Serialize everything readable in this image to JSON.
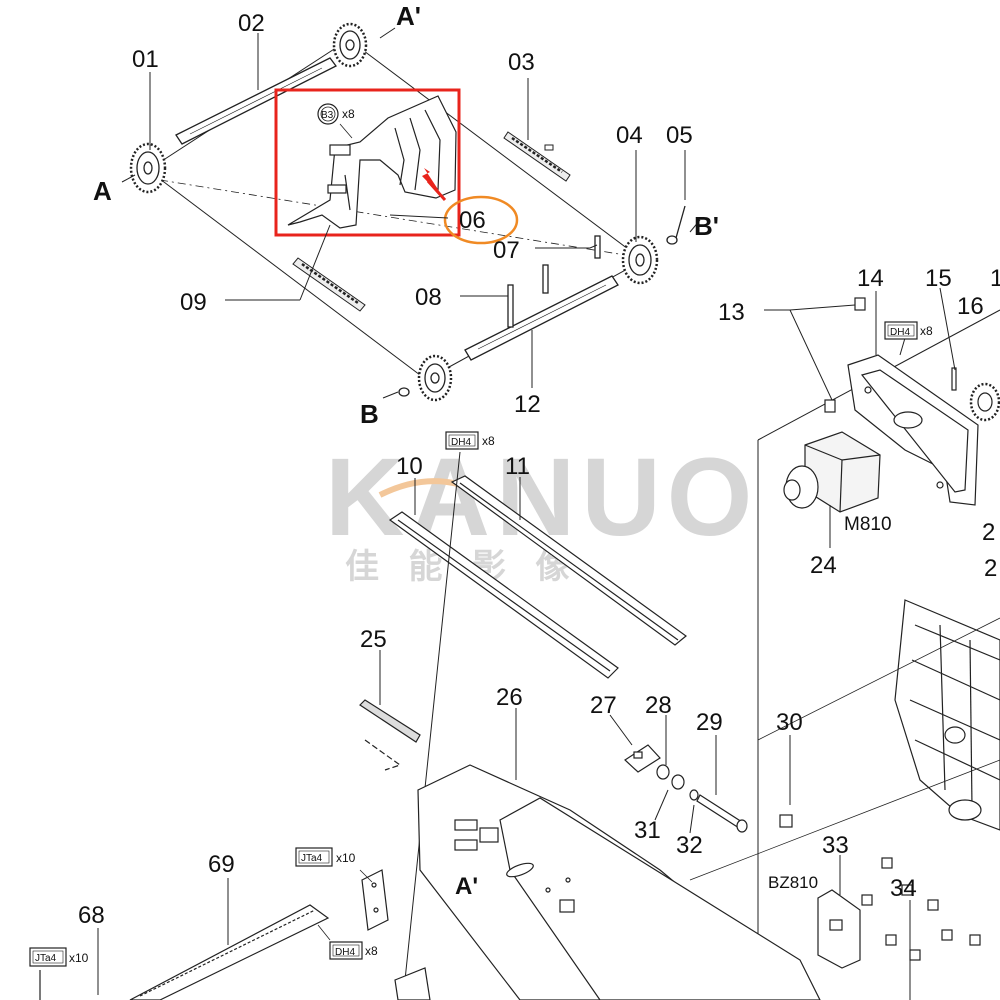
{
  "parts": {
    "p01": "01",
    "p02": "02",
    "p03": "03",
    "p04": "04",
    "p05": "05",
    "p06": "06",
    "p07": "07",
    "p08": "08",
    "p09": "09",
    "p10": "10",
    "p11": "11",
    "p12": "12",
    "p13": "13",
    "p14": "14",
    "p15": "15",
    "p16": "16",
    "p24": "24",
    "p25": "25",
    "p26": "26",
    "p27": "27",
    "p28": "28",
    "p29": "29",
    "p30": "30",
    "p31": "31",
    "p32": "32",
    "p33": "33",
    "p34": "34",
    "p68": "68",
    "p69": "69"
  },
  "edge_partial": {
    "right_top": "1",
    "right_mid1": "2",
    "right_mid2": "2"
  },
  "refs": {
    "a": "A",
    "a_prime": "A'",
    "b": "B",
    "b_prime": "B'",
    "a_prime_lower": "A'"
  },
  "components": {
    "motor": "M810",
    "board": "BZ810"
  },
  "screws": {
    "b3_code": "B3",
    "b3_qty": "x8",
    "dh4_code": "DH4",
    "dh4_qty": "x8",
    "jta4_code": "JTa4",
    "jta4_qty": "x10"
  },
  "watermark": {
    "latin": "KANUO",
    "chinese": "佳 能 影 像"
  },
  "highlight": {
    "box_color": "#e8241c",
    "circle_color": "#f08a24",
    "arrow_color": "#e8241c"
  }
}
